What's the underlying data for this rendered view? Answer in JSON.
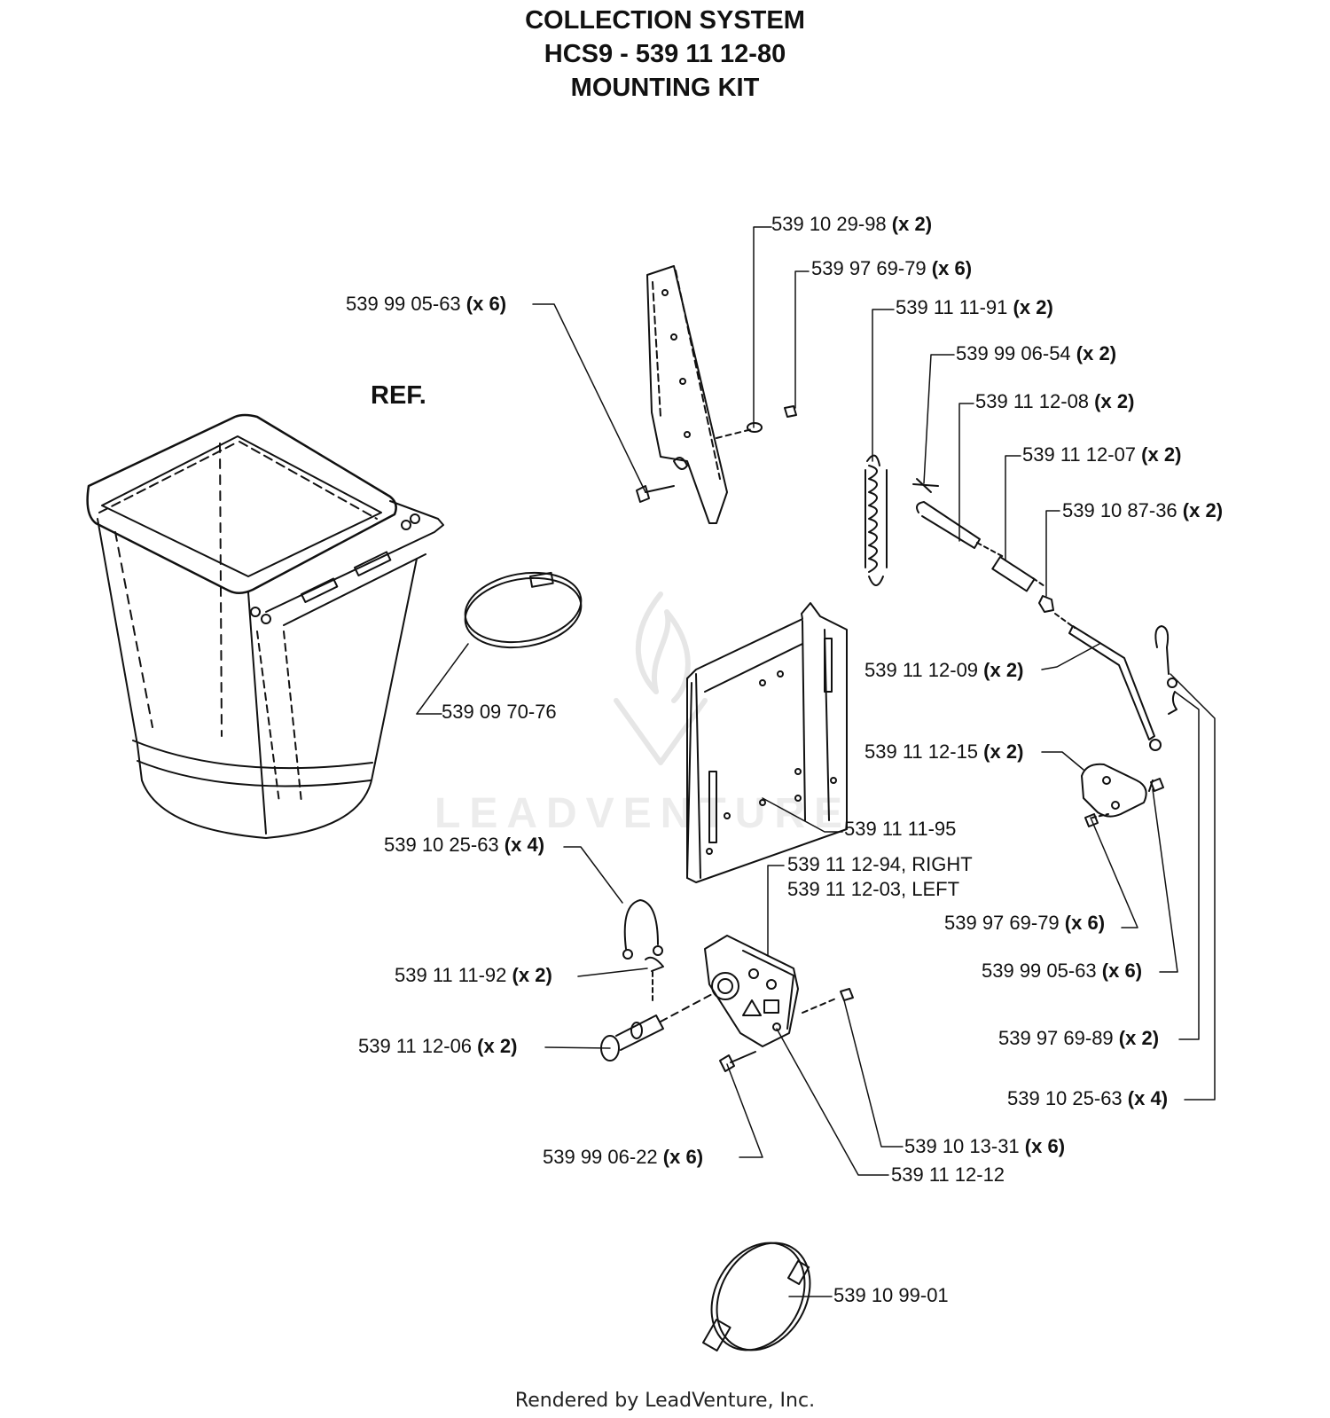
{
  "title": {
    "line1": "COLLECTION SYSTEM",
    "line2": "HCS9 - 539 11 12-80",
    "line3": "MOUNTING KIT"
  },
  "ref_label": "REF.",
  "watermark": "LEADVENTURE",
  "footer": "Rendered by LeadVenture, Inc.",
  "parts": [
    {
      "id": "p1",
      "number": "539 10 29-98",
      "qty": "(x 2)"
    },
    {
      "id": "p2",
      "number": "539 97 69-79",
      "qty": "(x 6)"
    },
    {
      "id": "p3",
      "number": "539 99 05-63",
      "qty": "(x 6)"
    },
    {
      "id": "p4",
      "number": "539 11 11-91",
      "qty": "(x 2)"
    },
    {
      "id": "p5",
      "number": "539 99 06-54",
      "qty": "(x 2)"
    },
    {
      "id": "p6",
      "number": "539 11 12-08",
      "qty": "(x 2)"
    },
    {
      "id": "p7",
      "number": "539 11 12-07",
      "qty": "(x 2)"
    },
    {
      "id": "p8",
      "number": "539 10 87-36",
      "qty": "(x 2)"
    },
    {
      "id": "p9",
      "number": "539 09 70-76",
      "qty": ""
    },
    {
      "id": "p10",
      "number": "539 11 12-09",
      "qty": "(x 2)"
    },
    {
      "id": "p11",
      "number": "539 11 12-15",
      "qty": "(x 2)"
    },
    {
      "id": "p12",
      "number": "539 11 11-95",
      "qty": ""
    },
    {
      "id": "p13",
      "number": "539 10 25-63",
      "qty": "(x 4)"
    },
    {
      "id": "p14",
      "number": "539 11 12-94, RIGHT",
      "qty": ""
    },
    {
      "id": "p15",
      "number": "539 11 12-03, LEFT",
      "qty": ""
    },
    {
      "id": "p16",
      "number": "539 97 69-79",
      "qty": "(x 6)"
    },
    {
      "id": "p17",
      "number": "539 11 11-92",
      "qty": "(x 2)"
    },
    {
      "id": "p18",
      "number": "539 99 05-63",
      "qty": "(x 6)"
    },
    {
      "id": "p19",
      "number": "539 11 12-06",
      "qty": "(x 2)"
    },
    {
      "id": "p20",
      "number": "539 97 69-89",
      "qty": "(x 2)"
    },
    {
      "id": "p21",
      "number": "539 10 25-63",
      "qty": "(x 4)"
    },
    {
      "id": "p22",
      "number": "539 10 13-31",
      "qty": "(x 6)"
    },
    {
      "id": "p23",
      "number": "539 99 06-22",
      "qty": "(x 6)"
    },
    {
      "id": "p24",
      "number": "539 11 12-12",
      "qty": ""
    },
    {
      "id": "p25",
      "number": "539 10 99-01",
      "qty": ""
    }
  ]
}
